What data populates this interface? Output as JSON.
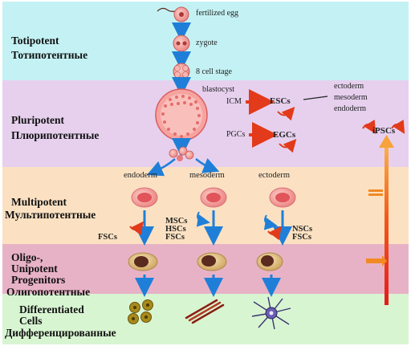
{
  "rows": [
    {
      "id": "totipotent",
      "en": "Totipotent",
      "ru": "Тотипотентные",
      "color": "#c4f2f4"
    },
    {
      "id": "pluripotent",
      "en": "Pluripotent",
      "ru": "Плюрипотентные",
      "color": "#e6d0ee"
    },
    {
      "id": "multipotent",
      "en": "Multipotent",
      "ru": "Мультипотентные",
      "color": "#fbe1c2"
    },
    {
      "id": "oligo",
      "en_lines": [
        "Oligo-,",
        "Unipotent",
        "Progenitors"
      ],
      "ru": "Олигопотентные",
      "color": "#e8b2c6"
    },
    {
      "id": "differentiated",
      "en_lines": [
        "Differentiated",
        "Cells"
      ],
      "ru": "Дифференцированные",
      "color": "#d8f5d2"
    }
  ],
  "stages": {
    "fertilized_egg": "fertilized egg",
    "zygote": "zygote",
    "eight_cell": "8 cell stage",
    "blastocyst": "blastocyst",
    "icm": "ICM",
    "escs": "ESCs",
    "pgcs": "PGCs",
    "egcs": "EGCs",
    "ipscs": "iPSCs",
    "germ_layers": [
      "ectoderm",
      "mesoderm",
      "endoderm"
    ]
  },
  "layers": {
    "endoderm": "endoderm",
    "mesoderm": "mesoderm",
    "ectoderm": "ectoderm"
  },
  "multipotent_cells": {
    "left": "FSCs",
    "middle": [
      "MSCs",
      "HSCs",
      "FSCs"
    ],
    "right": [
      "NSCs",
      "FSCs"
    ]
  },
  "colors": {
    "blue_arrow": "#1f7fd8",
    "red_arrow": "#e23a1a",
    "orange_arrow": "#f28a22",
    "cell_pink": "#f3a0a0",
    "cell_tan": "#e3c48a",
    "nucleus": "#5a2a1e"
  }
}
